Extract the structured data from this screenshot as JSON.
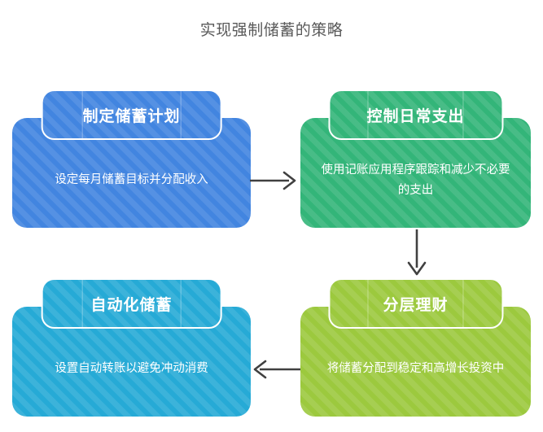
{
  "title": "实现强制储蓄的策略",
  "colors": {
    "title_text": "#595959",
    "arrow": "#404040",
    "node_1": "#4285e0",
    "node_2": "#33b579",
    "node_3": "#9cc93e",
    "node_4": "#26aad6"
  },
  "nodes": [
    {
      "id": "node-1",
      "header": "制定储蓄计划",
      "body": "设定每月储蓄目标并分配收入",
      "color": "#4285e0"
    },
    {
      "id": "node-2",
      "header": "控制日常支出",
      "body": "使用记账应用程序跟踪和减少不必要的支出",
      "color": "#33b579"
    },
    {
      "id": "node-3",
      "header": "分层理财",
      "body": "将储蓄分配到稳定和高增长投资中",
      "color": "#9cc93e"
    },
    {
      "id": "node-4",
      "header": "自动化储蓄",
      "body": "设置自动转账以避免冲动消费",
      "color": "#26aad6"
    }
  ],
  "arrows": [
    {
      "id": "arrow-1",
      "direction": "right",
      "from": "node-1",
      "to": "node-2"
    },
    {
      "id": "arrow-2",
      "direction": "down",
      "from": "node-2",
      "to": "node-3"
    },
    {
      "id": "arrow-3",
      "direction": "left",
      "from": "node-3",
      "to": "node-4"
    }
  ]
}
